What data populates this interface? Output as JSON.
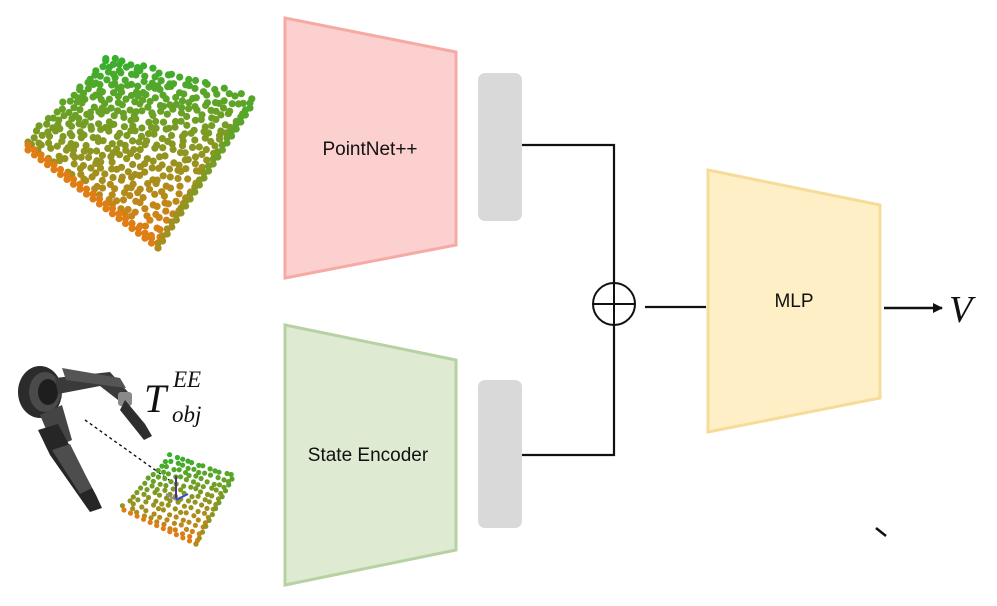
{
  "blocks": {
    "pointnet": {
      "label": "PointNet++",
      "fill": "#fdd0d0",
      "stroke": "#f6aaa6"
    },
    "state_encoder": {
      "label": "State Encoder",
      "fill": "#dfead3",
      "stroke": "#b6d2a2"
    },
    "mlp": {
      "label": "MLP",
      "fill": "#feefc6",
      "stroke": "#f6dc99"
    },
    "feature": {
      "fill": "#d9d9d9"
    }
  },
  "fusion": {
    "symbol": "concat-plus"
  },
  "output": {
    "label": "V"
  },
  "transform": {
    "base": "T",
    "superscript": "EE",
    "subscript": "obj"
  },
  "point_cloud": {
    "color_top": "#35b02e",
    "color_bottom": "#e07d14"
  },
  "icons": {
    "point_cloud": "point-cloud-icon",
    "gripper": "robot-gripper-icon",
    "plus": "circled-plus-icon"
  }
}
